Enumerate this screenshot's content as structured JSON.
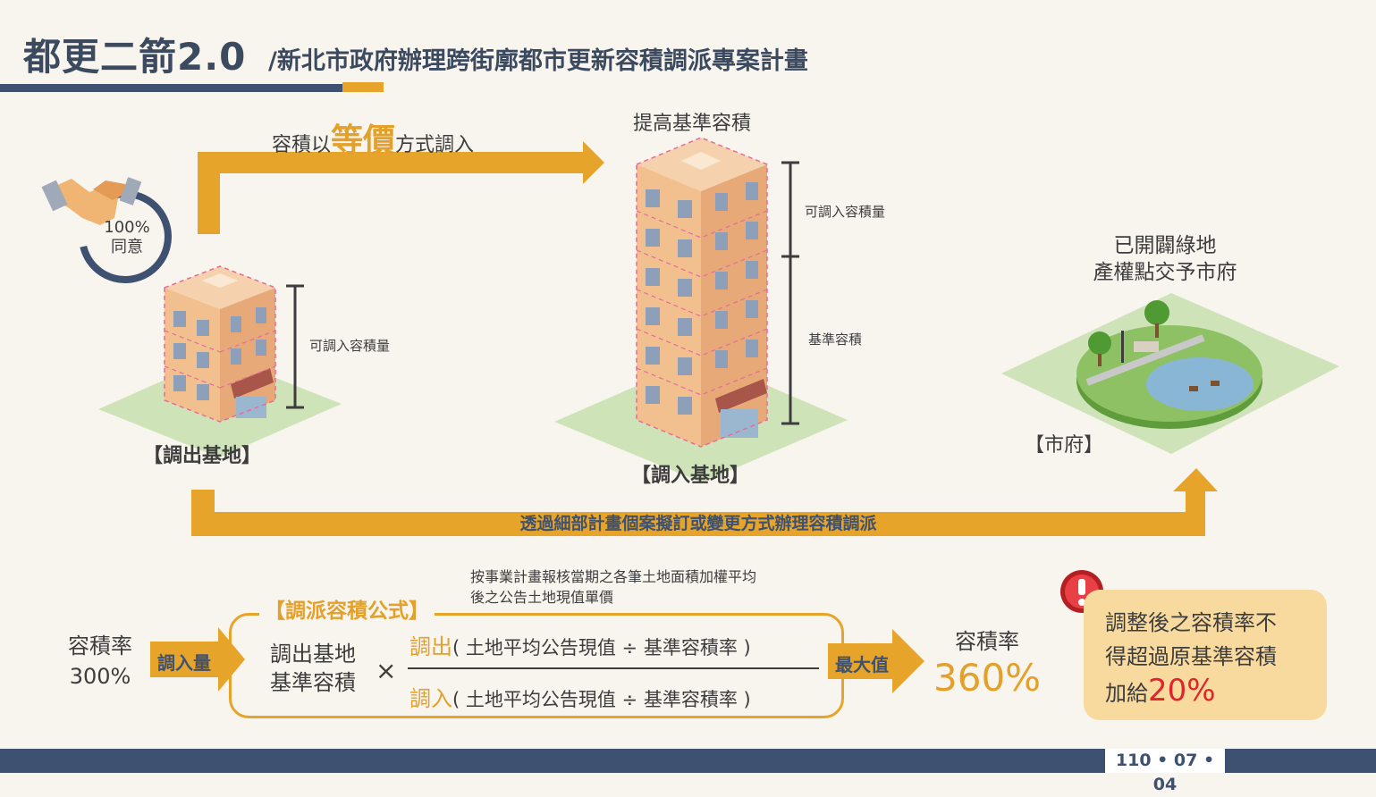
{
  "header": {
    "title_main": "都更二箭2.0",
    "title_sub": "/新北市政府辦理跨街廓都市更新容積調派專案計畫"
  },
  "top_arrow": {
    "text_before": "容積以",
    "text_highlight": "等價",
    "text_after": "方式調入"
  },
  "consent": {
    "percent": "100%",
    "label": "同意"
  },
  "out_site": {
    "label": "【調出基地】",
    "measure_label": "可調入容積量"
  },
  "in_site": {
    "title": "提高基準容積",
    "label": "【調入基地】",
    "measure_top": "可調入容積量",
    "measure_bottom": "基準容積"
  },
  "city": {
    "title_line1": "已開闢綠地",
    "title_line2": "產權點交予市府",
    "label": "【市府】"
  },
  "bottom_arrow": {
    "text": "透過細部計畫個案擬訂或變更方式辦理容積調派"
  },
  "formula": {
    "note_line1": "按事業計畫報核當期之各筆土地面積加權平均",
    "note_line2": "後之公告土地現值單價",
    "title": "【調派容積公式】",
    "left_rate_label": "容積率",
    "left_rate_value": "300%",
    "arrow_in_label": "調入量",
    "base_line1": "調出基地",
    "base_line2": "基準容積",
    "times": "×",
    "num_keyword": "調出",
    "num_rest": "( 土地平均公告現值 ÷ 基準容積率 )",
    "den_keyword": "調入",
    "den_rest": "( 土地平均公告現值 ÷ 基準容積率 )",
    "arrow_max_label": "最大值",
    "result_label": "容積率",
    "result_value": "360%"
  },
  "notice": {
    "line1": "調整後之容積率不",
    "line2": "得超過原基準容積",
    "line3_prefix": "加給",
    "line3_value": "20%"
  },
  "footer": {
    "date": "110 • 07 • 04"
  },
  "colors": {
    "navy": "#3f5170",
    "gold": "#e6a52a",
    "red": "#e0262c",
    "building": "#f2c08f",
    "grass": "#cfe3b8"
  }
}
